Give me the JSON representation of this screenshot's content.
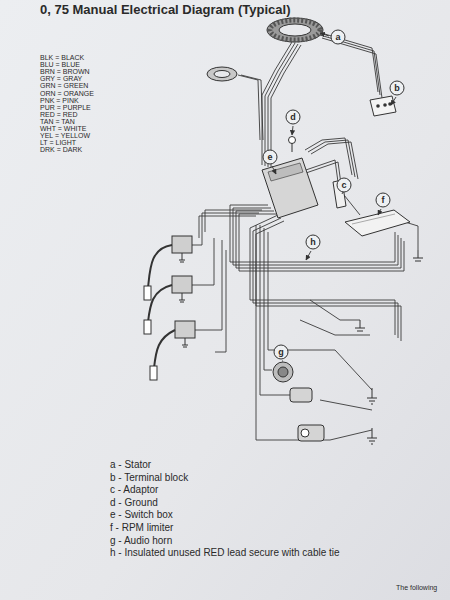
{
  "diagram": {
    "title": "0, 75 Manual Electrical Diagram (Typical)",
    "nodes": [
      {
        "text": [
          "a"
        ]
      },
      {
        "text": [
          "b"
        ]
      },
      {
        "text": [
          "c"
        ]
      },
      {
        "text": [
          "d"
        ]
      },
      {
        "text": [
          "e"
        ]
      },
      {
        "text": [
          "f"
        ]
      },
      {
        "text": [
          "g"
        ]
      },
      {
        "text": [
          "h"
        ]
      }
    ],
    "labels": [
      "BLK = BLACK",
      "BLU = BLUE",
      "BRN = BROWN",
      "GRY = GRAY",
      "GRN = GREEN",
      "ORN = ORANGE",
      "PNK = PINK",
      "PUR = PURPLE",
      "RED = RED",
      "TAN = TAN",
      "WHT = WHITE",
      "YEL = YELLOW",
      "LT = LIGHT",
      "DRK = DARK",
      "a - Stator",
      "b - Terminal block",
      "c - Adaptor",
      "d - Ground",
      "e - Switch box",
      "f - RPM limiter",
      "g - Audio horn",
      "h - Insulated unused RED lead secure with cable tie",
      "The following"
    ]
  }
}
